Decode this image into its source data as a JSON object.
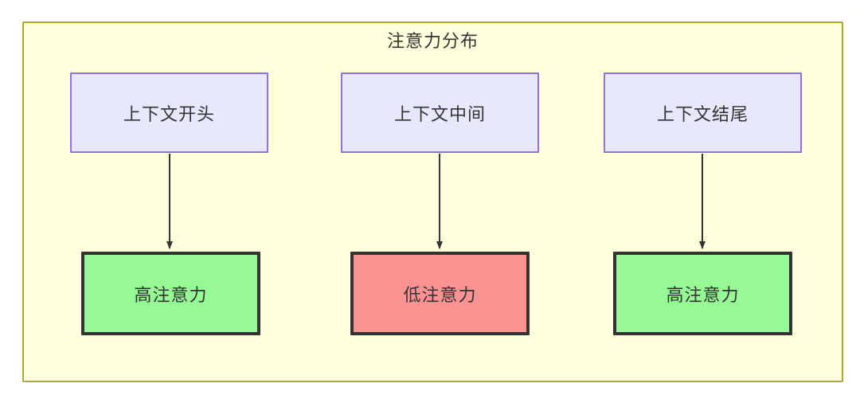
{
  "diagram": {
    "title": "注意力分布",
    "container": {
      "fill": "#ffffde",
      "stroke": "#aaaa33"
    },
    "context_nodes": [
      {
        "id": "context-start",
        "label": "上下文开头",
        "fill": "#e8e8fc",
        "stroke": "#9370db"
      },
      {
        "id": "context-middle",
        "label": "上下文中间",
        "fill": "#e8e8fc",
        "stroke": "#9370db"
      },
      {
        "id": "context-end",
        "label": "上下文结尾",
        "fill": "#e8e8fc",
        "stroke": "#9370db"
      }
    ],
    "attention_nodes": [
      {
        "id": "attention-high-start",
        "label": "高注意力",
        "fill": "#96f996",
        "stroke": "#333333"
      },
      {
        "id": "attention-low-middle",
        "label": "低注意力",
        "fill": "#fb9393",
        "stroke": "#333333"
      },
      {
        "id": "attention-high-end",
        "label": "高注意力",
        "fill": "#96f996",
        "stroke": "#333333"
      }
    ],
    "edges": [
      {
        "from": "context-start",
        "to": "attention-high-start",
        "label": ""
      },
      {
        "from": "context-middle",
        "to": "attention-low-middle",
        "label": ""
      },
      {
        "from": "context-end",
        "to": "attention-high-end",
        "label": ""
      }
    ],
    "edge_color": "#333333"
  }
}
